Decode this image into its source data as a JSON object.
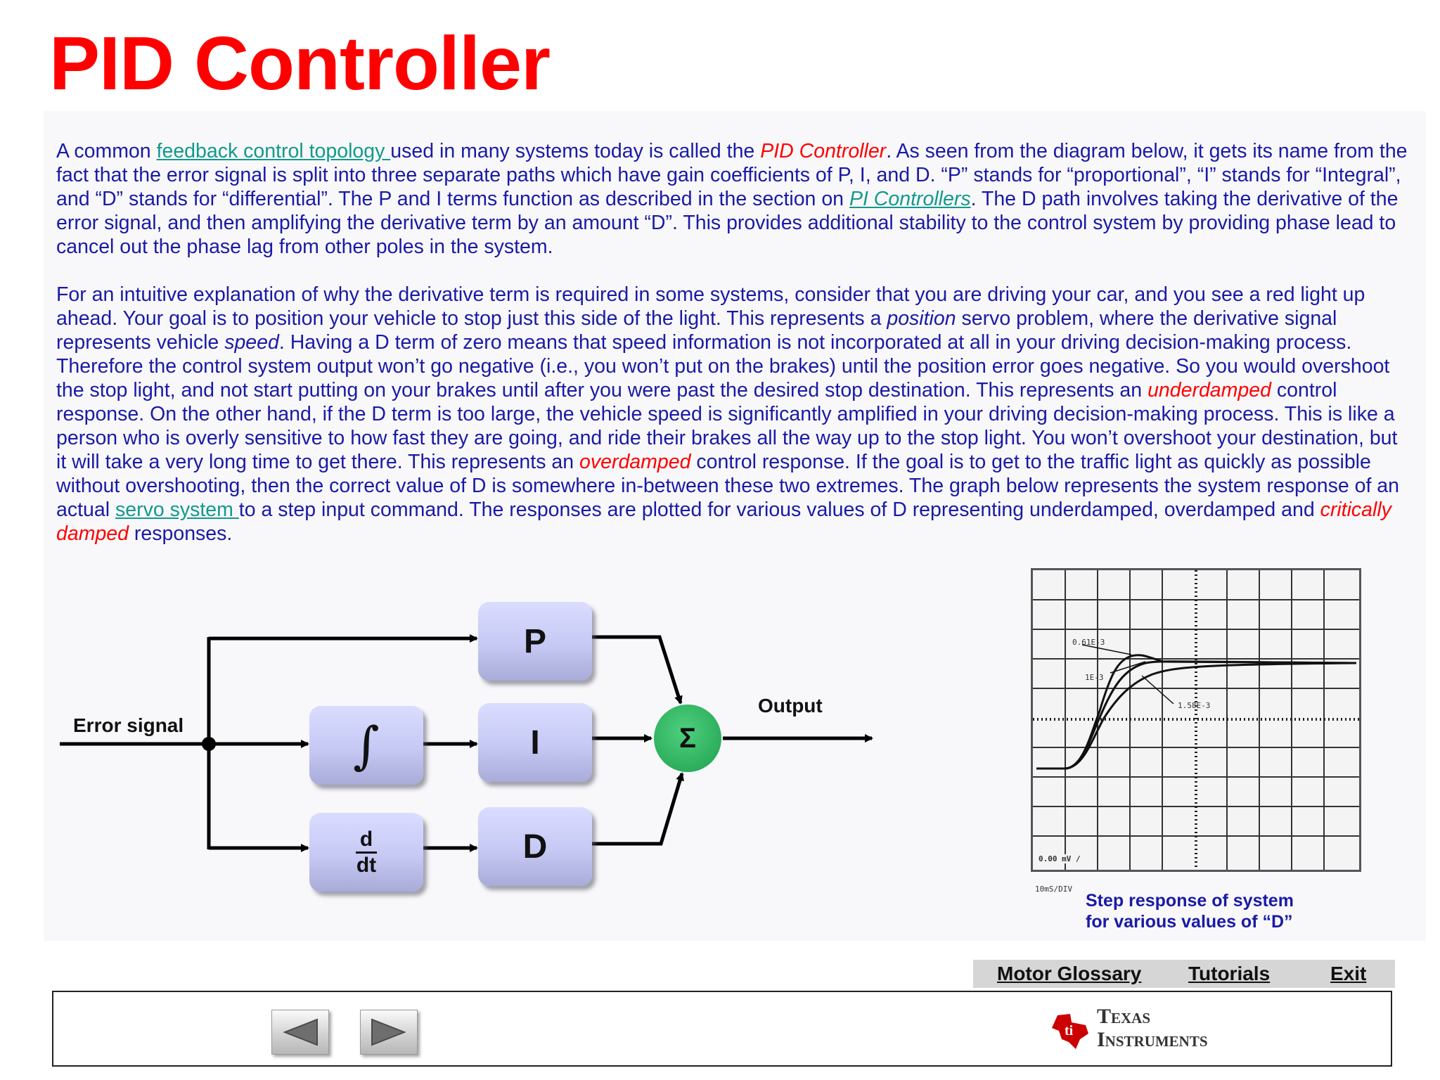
{
  "title": "PID Controller",
  "para1": {
    "t1": "A common ",
    "link_topology": "feedback control topology ",
    "t2": "used in many systems today is called the ",
    "pid": "PID Controller",
    "t3": ".   As seen from the diagram below, it gets its name from the fact that the error signal is split into three separate paths which have gain coefficients of P, I, and D.  “P” stands for “proportional”, “I” stands for “Integral”, and “D” stands for “differential”.  The P and I terms function as described in the section on ",
    "link_pi": "PI Controllers",
    "t4": ".  The D path involves taking the derivative of the error signal, and then amplifying the derivative term by an amount “D”.  This provides additional stability to the control system by providing phase lead to cancel out the phase lag from other poles in the system."
  },
  "para2": {
    "t1": "For an intuitive explanation of why the derivative term is required in some systems, consider that you are driving your car, and you see a red light up ahead.  Your goal is to position your vehicle to stop just this side of the light.  This represents a ",
    "position": "position",
    "t2": " servo problem, where the derivative signal represents vehicle ",
    "speed": "speed",
    "t3": ".  Having a D term of zero means that speed information is not incorporated at all in your driving decision-making process.  Therefore the control system output won’t go negative (i.e., you won’t put on the brakes) until the position error goes negative.  So you would overshoot the stop light, and not start putting on your brakes until after you were past the desired stop destination.  This represents an ",
    "underdamped": "underdamped",
    "t4": " control response.  On the other hand, if the D term is too large, the vehicle speed is significantly amplified in your driving decision-making process.  This is like a person who is overly sensitive to how fast they are going, and ride their brakes all the way up to the stop light.  You won’t overshoot your destination, but it will take a very long time to get there.  This represents an ",
    "overdamped": "overdamped",
    "t5": " control response.  If the goal is to get to the traffic light as quickly as possible without overshooting, then the correct value of D is somewhere in-between these two extremes.  The graph below represents the system response of an actual ",
    "link_servo": "servo system ",
    "t6": "to a step input command.  The responses are plotted for various values of D representing underdamped, overdamped and ",
    "critically": "critically damped",
    "t7": " responses."
  },
  "diagram": {
    "error_label": "Error signal",
    "output_label": "Output",
    "p_label": "P",
    "i_label": "I",
    "d_label": "D",
    "integral_symbol": "∫",
    "deriv_num": "d",
    "deriv_den": "dt",
    "sum_symbol": "Σ"
  },
  "scope": {
    "label_top": "0.61E-3",
    "label_mid": "1E-3",
    "label_low": "1.58E-3",
    "scale_text": "0.00  mV /",
    "time_div": "10mS/DIV",
    "caption_line1": "Step response of system",
    "caption_line2": "for various values of “D”"
  },
  "nav": {
    "glossary": "Motor Glossary",
    "tutorials": "Tutorials",
    "exit": "Exit"
  },
  "footer": {
    "logo_line1": "Texas",
    "logo_line2": "Instruments",
    "back_icon": "triangle-left",
    "forward_icon": "triangle-right"
  },
  "colors": {
    "title": "#ff0000",
    "body_text": "#1a1aa6",
    "link": "#119a8c",
    "highlight": "#ff0000",
    "sum_node": "#2cae5c",
    "ti_red": "#cc0000"
  }
}
